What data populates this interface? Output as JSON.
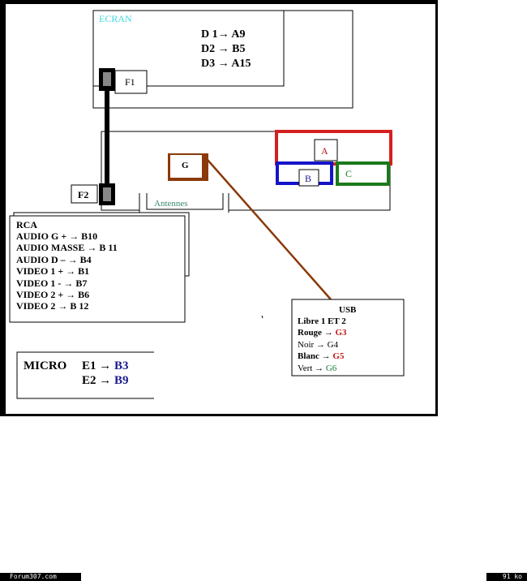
{
  "ecran": {
    "title": "ECRAN",
    "lines": [
      "D 1→ A9",
      "D2  → B5",
      "D3 → A15"
    ],
    "f1": "F1"
  },
  "board": {
    "f2": "F2",
    "g": "G",
    "a": "A",
    "b": "B",
    "c": "C",
    "antennes": "Antennes"
  },
  "rca": {
    "title": "RCA",
    "lines": [
      "AUDIO G +  → B10",
      "AUDIO MASSE  → B 11",
      "AUDIO  D –  → B4",
      "VIDEO 1 +  → B1",
      "VIDEO 1 -  → B7",
      "VIDEO 2 +  → B6",
      "VIDEO 2   → B 12"
    ]
  },
  "micro": {
    "title": "MICRO",
    "e1": "E1 → ",
    "e1_val": "B3",
    "e2": "E2 → ",
    "e2_val": "B9"
  },
  "usb": {
    "title": "USB",
    "libre": "Libre 1 ET 2",
    "rows": [
      {
        "label": "Rouge → ",
        "value": "G3"
      },
      {
        "label": "Noir  → ",
        "value": "G4"
      },
      {
        "label": "Blanc → ",
        "value": "G5"
      },
      {
        "label": "Vert  → ",
        "value": "G6"
      }
    ]
  },
  "footer": {
    "site": "Forum307.com",
    "size": "91 ko"
  },
  "colors": {
    "red": "#d42020",
    "blue": "#1414c8",
    "green": "#1a7a1a",
    "brown": "#8a3a0a",
    "cyan": "#40d8e0",
    "navy": "#1a1a8c"
  }
}
